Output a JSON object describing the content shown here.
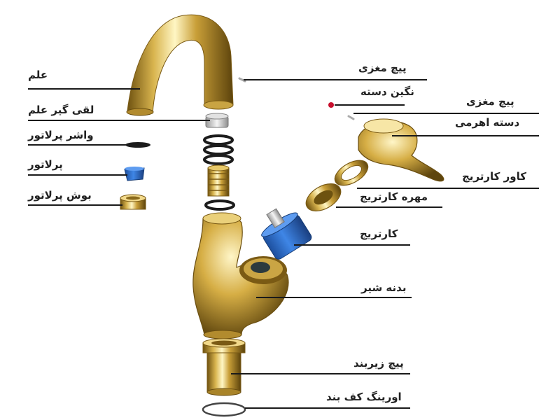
{
  "colors": {
    "brass_light": "#fff3b8",
    "brass_mid": "#d8b24c",
    "brass_dark": "#7a5a14",
    "cartridge_blue": "#2f6fd0",
    "washer_black": "#1c1c1c",
    "gem_red": "#c8102e",
    "leader_line": "#1a1a1a"
  },
  "labels": {
    "spout": "علم",
    "aerator_adapter": "لقی گیر علم",
    "aerator_washer": "واشر پرلاتور",
    "aerator": "پرلاتور",
    "aerator_housing": "بوش پرلاتور",
    "set_screw_top": "پیچ مغزی",
    "indicator_gem": "نگین دسته",
    "set_screw_handle": "پیچ مغزی",
    "lever_handle": "دسته اهرمی",
    "cartridge_cover": "کاور کارتریج",
    "cartridge_nut": "مهره کارتریج",
    "cartridge": "کارتریج",
    "faucet_body": "بدنه شیر",
    "mounting_screw": "پیچ زیربند",
    "base_oring": "اورینگ کف بند"
  }
}
